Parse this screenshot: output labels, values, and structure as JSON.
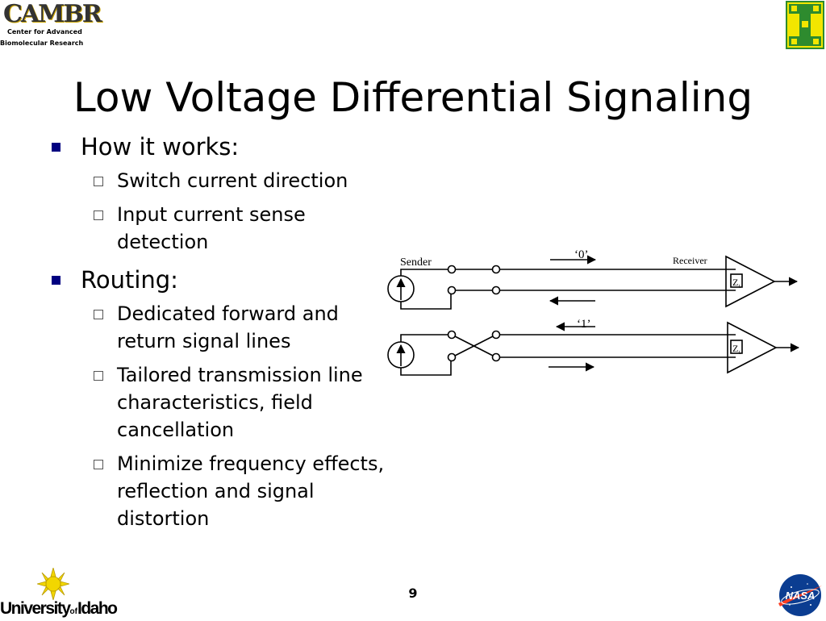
{
  "logos": {
    "cambr_wordmark": "CAMBR",
    "cambr_line1": "Center for Advanced",
    "cambr_line2": "Biomolecular Research",
    "ui_wordmark_a": "University",
    "ui_wordmark_b": "of",
    "ui_wordmark_c": "Idaho",
    "nasa_text": "NASA"
  },
  "slide": {
    "title": "Low Voltage Differential Signaling",
    "page_number": "9"
  },
  "bullets": [
    {
      "text": "How it works:",
      "sub": [
        [
          "Switch current direction"
        ],
        [
          "Input current sense",
          "detection"
        ]
      ]
    },
    {
      "text": "Routing:",
      "sub": [
        [
          "Dedicated forward and",
          "return signal lines"
        ],
        [
          "Tailored transmission line",
          "characteristics, field",
          "cancellation"
        ],
        [
          "Minimize frequency effects,",
          "reflection and signal",
          "distortion"
        ]
      ]
    }
  ],
  "diagram": {
    "sender_label": "Sender",
    "receiver_label": "Receiver",
    "zero_label": "‘0’",
    "one_label": "‘1’",
    "impedance_label": "Z",
    "impedance_sub": "t"
  },
  "colors": {
    "bullet_marker": "#000080",
    "logo_yellow": "#f2e600",
    "logo_green": "#2e8b2e",
    "nasa_blue": "#0b3d91",
    "nasa_red": "#fc3d21"
  }
}
